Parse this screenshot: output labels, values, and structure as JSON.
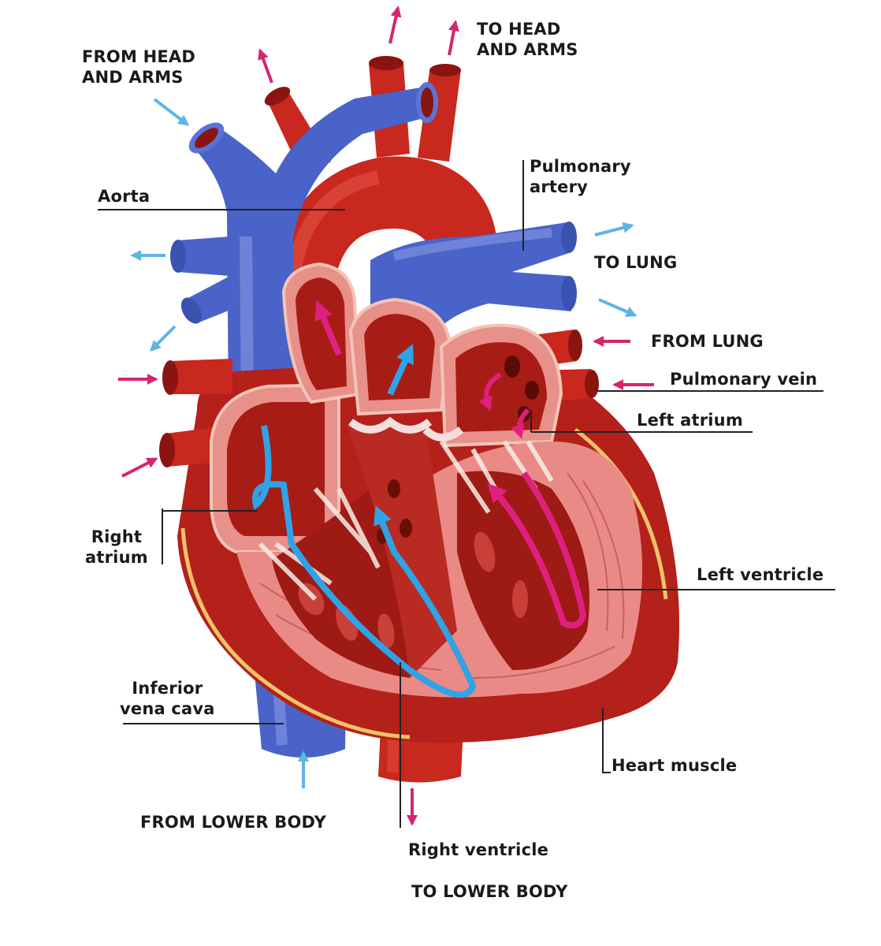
{
  "labels": {
    "from_head_arms": [
      "FROM HEAD",
      "AND ARMS"
    ],
    "to_head_arms": [
      "TO HEAD",
      "AND ARMS"
    ],
    "aorta": "Aorta",
    "pulmonary_artery": [
      "Pulmonary",
      "artery"
    ],
    "to_lung": "TO LUNG",
    "from_lung": "FROM LUNG",
    "pulmonary_vein": "Pulmonary vein",
    "left_atrium": "Left atrium",
    "right_atrium": [
      "Right",
      "atrium"
    ],
    "left_ventricle": "Left ventricle",
    "inferior_vena_cava": [
      "Inferior",
      "vena cava"
    ],
    "heart_muscle": "Heart muscle",
    "from_lower_body": "FROM LOWER BODY",
    "right_ventricle": "Right ventricle",
    "to_lower_body": "TO LOWER BODY"
  },
  "colors": {
    "oxygenated": "#c8281e",
    "deoxygenated": "#4a63c8",
    "muscle": "#e98a86",
    "inflow_arrow": "#d6246e",
    "outflow_arrow": "#5fb4e6"
  }
}
